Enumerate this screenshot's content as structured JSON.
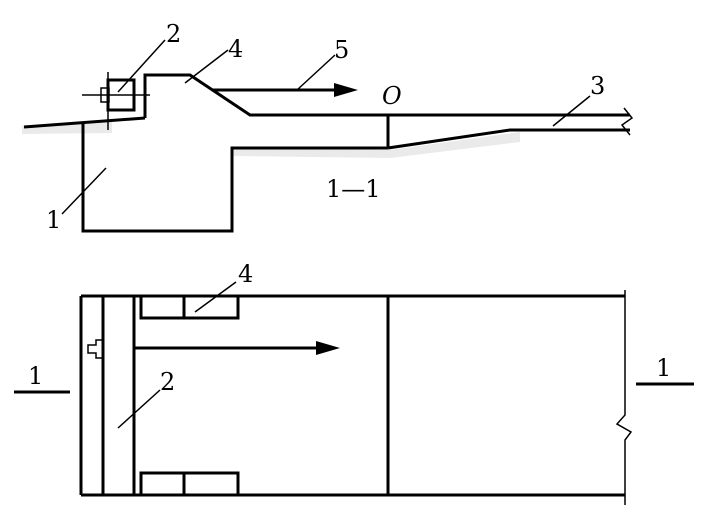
{
  "section_view": {
    "labels": {
      "part_1": "1",
      "part_2": "2",
      "part_3": "3",
      "part_4": "4",
      "part_5": "5",
      "origin": "O",
      "section_title": "1—1"
    }
  },
  "plan_view": {
    "labels": {
      "part_2": "2",
      "part_4": "4",
      "section_mark_left": "1",
      "section_mark_right": "1"
    }
  }
}
